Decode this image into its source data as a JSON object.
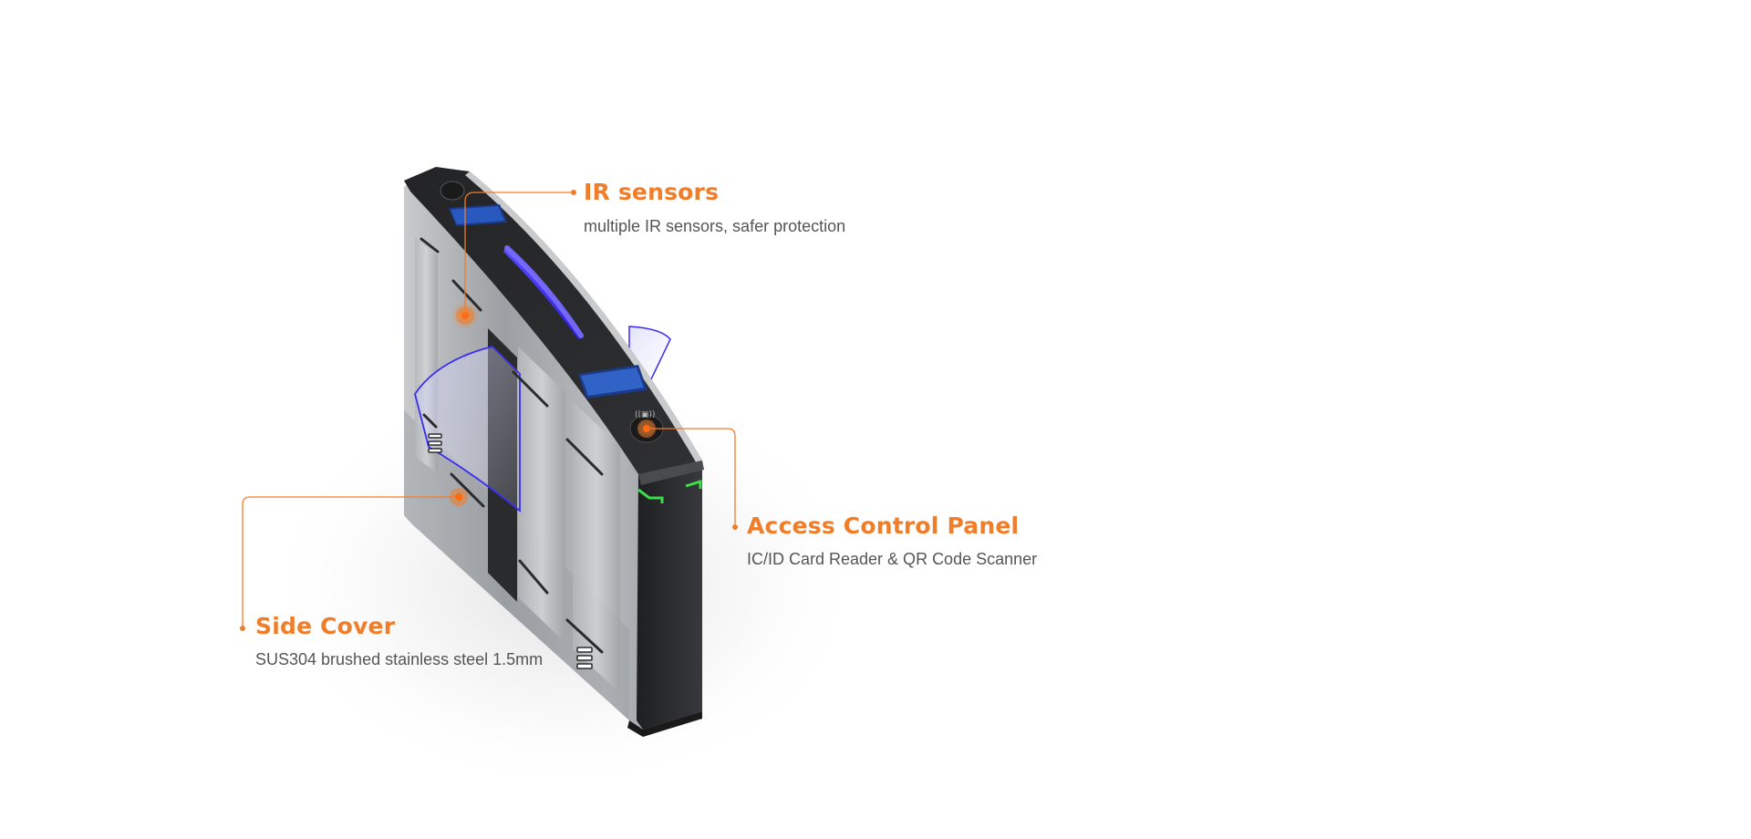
{
  "accent_color": "#f07d2a",
  "callouts": {
    "ir_sensors": {
      "title": "IR sensors",
      "description": "multiple IR sensors, safer protection"
    },
    "access_control_panel": {
      "title": "Access Control Panel",
      "description": "IC/ID Card Reader & QR Code Scanner"
    },
    "side_cover": {
      "title": "Side Cover",
      "description": "SUS304 brushed stainless steel 1.5mm"
    }
  },
  "product_image": {
    "subject": "swing-barrier-turnstile",
    "body_color": "#2a2b2d",
    "steel_color": "#a7a9ac",
    "light_strip_color": "#3a2cf0",
    "indicator_color": "#3ddc4a"
  }
}
